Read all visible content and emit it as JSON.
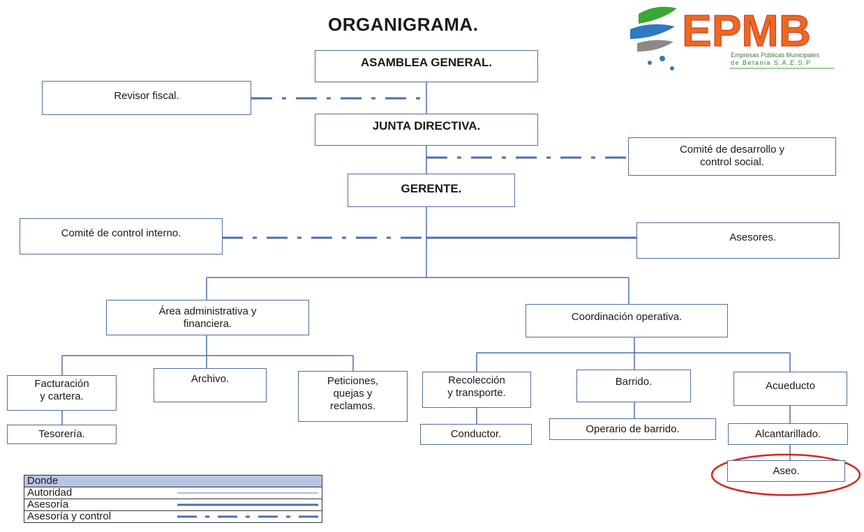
{
  "title": "ORGANIGRAMA.",
  "logo": {
    "brand": "EPMB",
    "subtitle_line1": "Empresas Públicas Municipales",
    "subtitle_line2": "de Betania S.A.E.S.P"
  },
  "nodes": {
    "asamblea": "ASAMBLEA GENERAL.",
    "revisor": "Revisor fiscal.",
    "junta": "JUNTA DIRECTIVA.",
    "comite_desarrollo": "Comité de desarrollo y\ncontrol social.",
    "gerente": "GERENTE.",
    "comite_control": "Comité de control interno.",
    "asesores": "Asesores.",
    "area_admin": "Área administrativa y\nfinanciera.",
    "coordinacion": "Coordinación operativa.",
    "facturacion": "Facturación\ny cartera.",
    "archivo": "Archivo.",
    "peticiones": "Peticiones,\nquejas y\nreclamos.",
    "tesoreria": "Tesorería.",
    "recoleccion": "Recolección\ny transporte.",
    "barrido": "Barrido.",
    "acueducto": "Acueducto",
    "conductor": "Conductor.",
    "operario": "Operario de barrido.",
    "alcantarillado": "Alcantarillado.",
    "aseo": "Aseo."
  },
  "legend": {
    "header": "Donde",
    "autoridad": "Autoridad",
    "asesoria": "Asesoría",
    "asesoria_control": "Asesoría y control"
  },
  "colors": {
    "line": "#4a6fb0",
    "box_border": "#4f6f9a",
    "highlight": "#d9261c",
    "legend_header": "#b7c4e3"
  }
}
